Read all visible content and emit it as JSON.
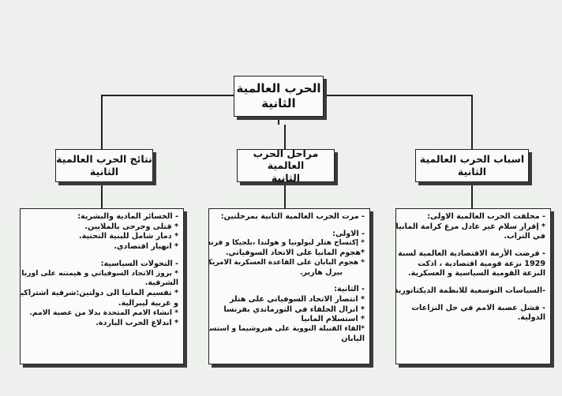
{
  "root": {
    "line1": "الحرب العالمية",
    "line2": "الثانية"
  },
  "causes": {
    "title1": "اسباب الحرب العالمية",
    "title2": "الثانية",
    "lines": [
      "- مخلفت الحرب العالمية الاولى:",
      "* إقرار سلام غير عادل مرغ كرامة المانيا",
      "في التراب.",
      "",
      "- فرضت الأزمة الاقتصادية العالمية لسنة",
      "1929 نزعة قومية اقتصادية ، اذكت",
      "النزعة القومية السياسية و العسكرية.",
      "",
      "-السياسات التوسعية للانظمة الديكتاتورية.",
      "",
      "- فشل عصبة الامم في حل النزاعات",
      "الدولية."
    ]
  },
  "stages": {
    "title1": "مراحل الحرب العالمية",
    "title2": "الثانية",
    "lines": [
      "- مرت الحرب العالمية الثانية بمرحلتين:",
      "",
      "- الاولى:",
      "* إكتساح هتلر لبولونيا و هولندا ،بلجيكا و فرنسا",
      "*هجوم المانيا على الاتحاد السوفياتي.",
      "* هجوم اليابان على القاعدة العسكرية الامريكية",
      "بيرل هاربر.",
      "",
      "- الثانية:",
      "* انتصار الاتحاد السوفياتي على هتلر",
      "* انزال الحلفاء في النورماندي بفرنسا",
      "* استسلام المانيا",
      "*القاء القنبلة النووية على هيروشيما و استسلام",
      "اليابان"
    ]
  },
  "results": {
    "title1": "نتائج الحرب العالمية",
    "title2": "الثانية",
    "lines": [
      "- الخسائر المادية والبشرية:",
      "* قتلى وجرحى بالملايين.",
      "* دمار شامل للبنية التحتية.",
      "* انهيار اقتصادي.",
      "",
      "- التحولات السياسية:",
      "* بروز الاتحاد السوفياتي و هيمنته على اوربا",
      "الشرقية.",
      "* تقسيم المانيا الى دولتين:شرقية اشتراكية",
      "و غربية ليبرالية.",
      "* انشاء الامم المتحدة بدلا من عصبة الامم.",
      "* اندلاع الحرب الباردة."
    ]
  }
}
